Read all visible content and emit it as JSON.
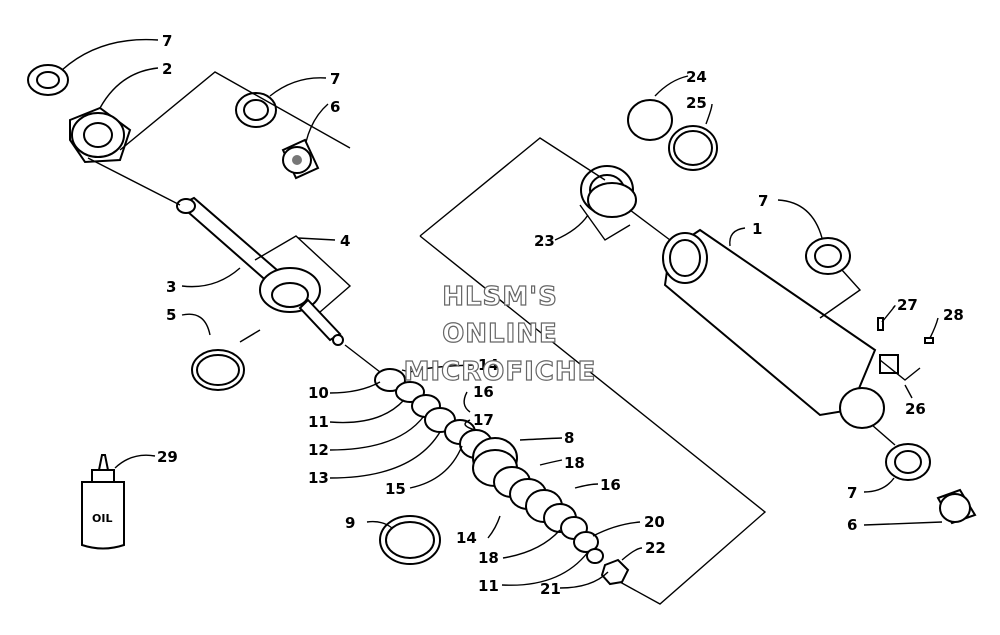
{
  "watermark": {
    "line1": "HLSM'S",
    "line2": "ONLINE",
    "line3": "MICROFICHE"
  },
  "oil_bottle_text": "OIL",
  "callouts": {
    "c7a": "7",
    "c2": "2",
    "c7b": "7",
    "c6a": "6",
    "c4": "4",
    "c3": "3",
    "c5": "5",
    "c24": "24",
    "c25": "25",
    "c23": "23",
    "c1": "1",
    "c7c": "7",
    "c27": "27",
    "c28": "28",
    "c26": "26",
    "c10": "10",
    "c14a": "14",
    "c11a": "11",
    "c16a": "16",
    "c12": "12",
    "c17": "17",
    "c13": "13",
    "c8": "8",
    "c15": "15",
    "c18a": "18",
    "c16b": "16",
    "c29": "29",
    "c9": "9",
    "c14b": "14",
    "c20": "20",
    "c18b": "18",
    "c22": "22",
    "c11b": "11",
    "c21": "21",
    "c7d": "7",
    "c6b": "6"
  },
  "colors": {
    "ink": "#000000",
    "paper": "#ffffff",
    "shade": "#777777"
  }
}
